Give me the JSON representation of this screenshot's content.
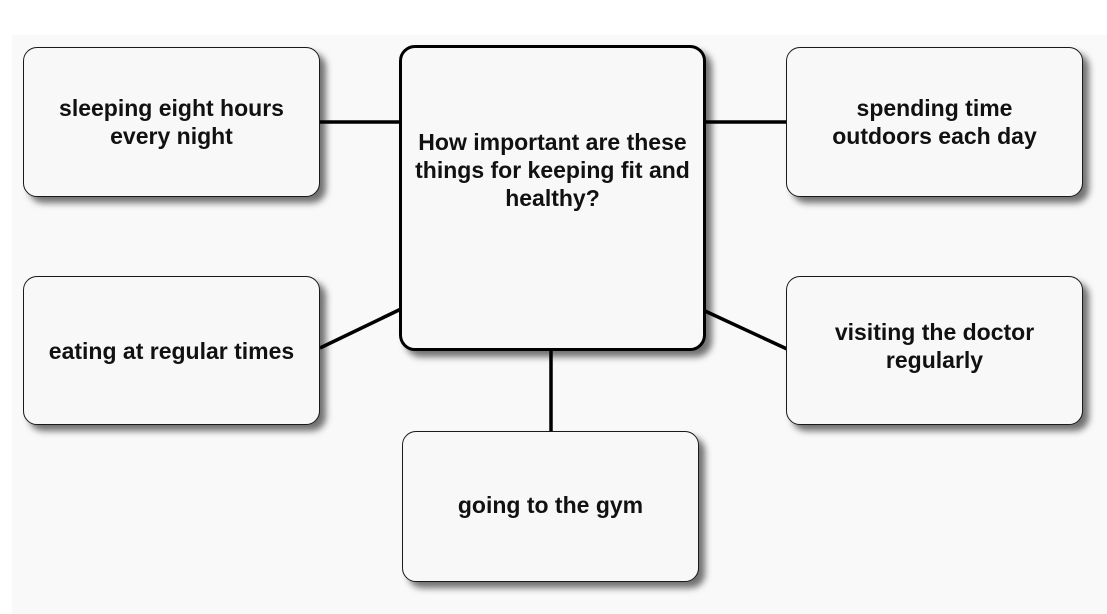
{
  "diagram": {
    "center": {
      "text": "How important are these things for keeping fit and healthy?"
    },
    "nodes": {
      "top_left": "sleeping eight hours every night",
      "mid_left": "eating at regular times",
      "top_right": "spending time outdoors each day",
      "mid_right": "visiting the doctor regularly",
      "bottom": "going to the gym"
    }
  }
}
